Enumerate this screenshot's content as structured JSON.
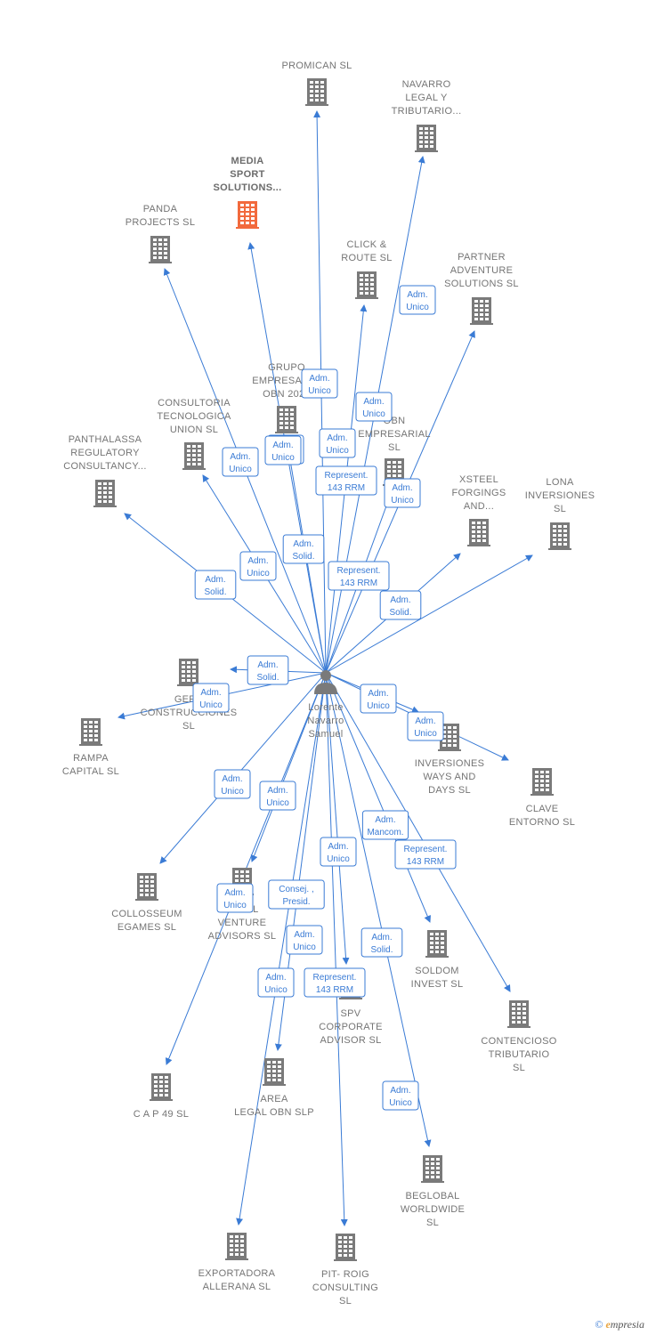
{
  "center": {
    "name": "Lorente Navarro Samuel"
  },
  "colors": {
    "edge": "#3a7bd5",
    "building": "#7a7a7a",
    "highlight": "#f26a3d",
    "label": "#757575"
  },
  "icons": {
    "company": "building-icon",
    "person": "person-icon"
  },
  "nodes": [
    {
      "id": "promican",
      "label": [
        "PROMICAN  SL"
      ]
    },
    {
      "id": "navarro",
      "label": [
        "NAVARRO",
        "LEGAL Y",
        "TRIBUTARIO..."
      ]
    },
    {
      "id": "media",
      "label": [
        "MEDIA",
        "SPORT",
        "SOLUTIONS..."
      ],
      "highlight": true
    },
    {
      "id": "panda",
      "label": [
        "PANDA",
        "PROJECTS  SL"
      ]
    },
    {
      "id": "click",
      "label": [
        "CLICK &",
        "ROUTE  SL"
      ]
    },
    {
      "id": "partner",
      "label": [
        "PARTNER",
        "ADVENTURE",
        "SOLUTIONS  SL"
      ]
    },
    {
      "id": "grupo",
      "label": [
        "GRUPO",
        "EMPRESARI...",
        "OBN 2020"
      ]
    },
    {
      "id": "consultoria",
      "label": [
        "CONSULTORIA",
        "TECNOLOGICA",
        "UNION  SL"
      ]
    },
    {
      "id": "obn",
      "label": [
        "OBN",
        "EMPRESARIAL",
        "SL"
      ]
    },
    {
      "id": "panthalassa",
      "label": [
        "PANTHALASSA",
        "REGULATORY",
        "CONSULTANCY..."
      ]
    },
    {
      "id": "xsteel",
      "label": [
        "XSTEEL",
        "FORGINGS",
        "AND..."
      ]
    },
    {
      "id": "lona",
      "label": [
        "LONA",
        "INVERSIONES",
        "SL"
      ]
    },
    {
      "id": "gera",
      "label": [
        "GERA",
        "CONSTRUCCIONES",
        "SL"
      ]
    },
    {
      "id": "rampa",
      "label": [
        "RAMPA",
        "CAPITAL  SL"
      ]
    },
    {
      "id": "inversiones",
      "label": [
        "INVERSIONES",
        "WAYS AND",
        "DAYS  SL"
      ]
    },
    {
      "id": "clave",
      "label": [
        "CLAVE",
        "ENTORNO  SL"
      ]
    },
    {
      "id": "collosseum",
      "label": [
        "COLLOSSEUM",
        "EGAMES  SL"
      ]
    },
    {
      "id": "venture",
      "label": [
        "LEGAL",
        "VENTURE",
        "ADVISORS  SL"
      ]
    },
    {
      "id": "soldom",
      "label": [
        "SOLDOM",
        "INVEST  SL"
      ]
    },
    {
      "id": "contencioso",
      "label": [
        "CONTENCIOSO",
        "TRIBUTARIO",
        "SL"
      ]
    },
    {
      "id": "spv",
      "label": [
        "SPV",
        "CORPORATE",
        "ADVISOR  SL"
      ]
    },
    {
      "id": "cap49",
      "label": [
        "C A P 49 SL"
      ]
    },
    {
      "id": "area",
      "label": [
        "AREA",
        "LEGAL OBN  SLP"
      ]
    },
    {
      "id": "beglobal",
      "label": [
        "BEGLOBAL",
        "WORLDWIDE",
        "SL"
      ]
    },
    {
      "id": "exportadora",
      "label": [
        "EXPORTADORA",
        "ALLERANA  SL"
      ]
    },
    {
      "id": "pitroig",
      "label": [
        "PIT- ROIG",
        "CONSULTING",
        "SL"
      ]
    }
  ],
  "edge_labels": [
    [
      "Adm.",
      "Solid."
    ],
    [
      "Adm.",
      "Unico"
    ],
    [
      "Adm.",
      "Unico"
    ],
    [
      "Adm.",
      "Unico"
    ],
    [
      "Adm.",
      "Unico"
    ],
    [
      "Represent.",
      "143 RRM"
    ],
    [
      "Adm.",
      "Unico"
    ],
    [
      "Adm.",
      "Unico"
    ],
    [
      "Adm.",
      "Unico"
    ],
    [
      "Adm.",
      "Solid."
    ],
    [
      "Represent.",
      "143 RRM"
    ],
    [
      "Adm.",
      "Solid."
    ],
    [
      "Adm.",
      "Solid."
    ],
    [
      "Adm.",
      "Unico"
    ],
    [
      "Adm.",
      "Unico"
    ],
    [
      "Adm.",
      "Unico"
    ],
    [
      "Adm.",
      "Unico"
    ],
    [
      "Adm.",
      "Unico"
    ],
    [
      "Adm.",
      "Mancom."
    ],
    [
      "Represent.",
      "143 RRM"
    ],
    [
      "Adm.",
      "Unico"
    ],
    [
      "Adm.",
      "Unico"
    ],
    [
      "Consej. ,",
      "Presid."
    ],
    [
      "Adm.",
      "Unico"
    ],
    [
      "Adm.",
      "Solid."
    ],
    [
      "Adm.",
      "Unico"
    ],
    [
      "Represent.",
      "143 RRM"
    ],
    [
      "Adm.",
      "Unico"
    ],
    [
      "Adm.",
      "Unico"
    ],
    [
      "Adm.",
      "Unico"
    ]
  ],
  "watermark": {
    "symbol": "©",
    "brand_first": "e",
    "brand_rest": "mpresia"
  }
}
